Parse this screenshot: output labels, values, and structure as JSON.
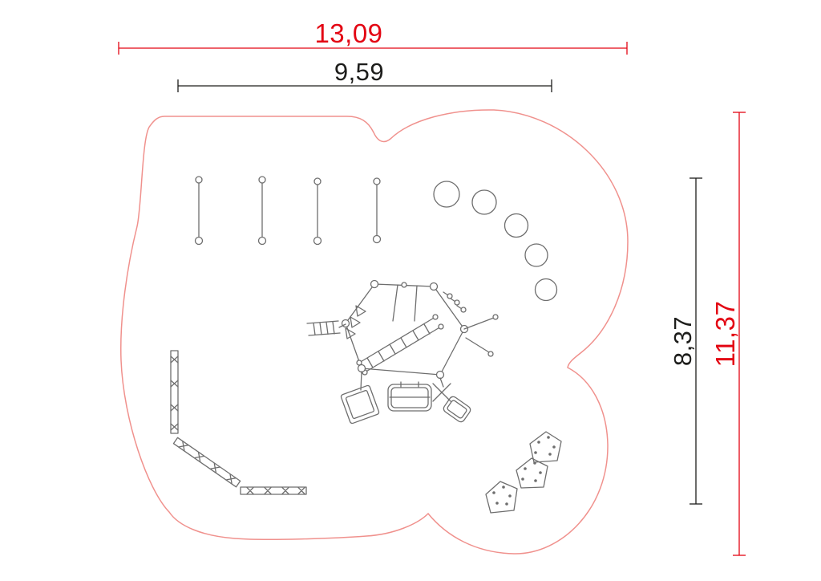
{
  "dimensions": {
    "top_total": "13,09",
    "top_inner": "9,59",
    "right_total": "11,37",
    "right_inner": "8,37"
  },
  "colors": {
    "dimension_red": "#e30613",
    "dimension_black": "#1d1d1b",
    "area_outline": "#f0918d",
    "equipment": "#6e6e6e",
    "background": "#ffffff"
  }
}
